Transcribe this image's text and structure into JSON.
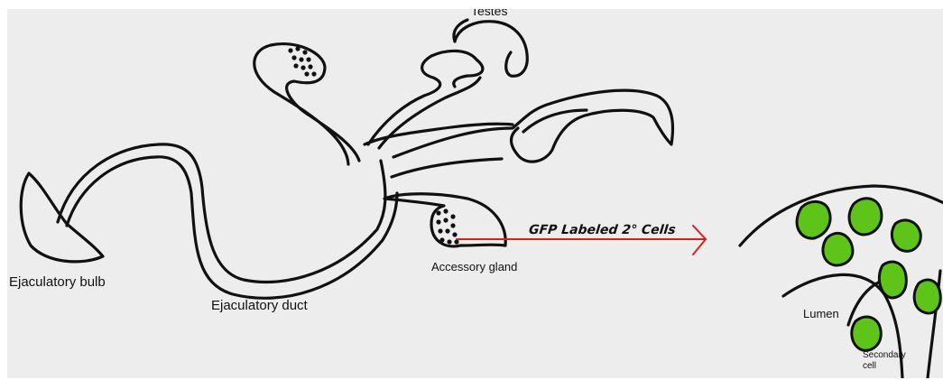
{
  "labels": {
    "testes": "Testes",
    "ejaculatory_bulb": "Ejaculatory bulb",
    "ejaculatory_duct": "Ejaculatory duct",
    "accessory_gland": "Accessory gland",
    "gfp_arrow": "GFP Labeled 2° Cells",
    "lumen": "Lumen",
    "secondary_cell": "Secondary cell"
  },
  "colors": {
    "ink": "#111111",
    "arrow": "#d62020",
    "gfp_cell": "#5ec41a",
    "background": "#ededed"
  }
}
